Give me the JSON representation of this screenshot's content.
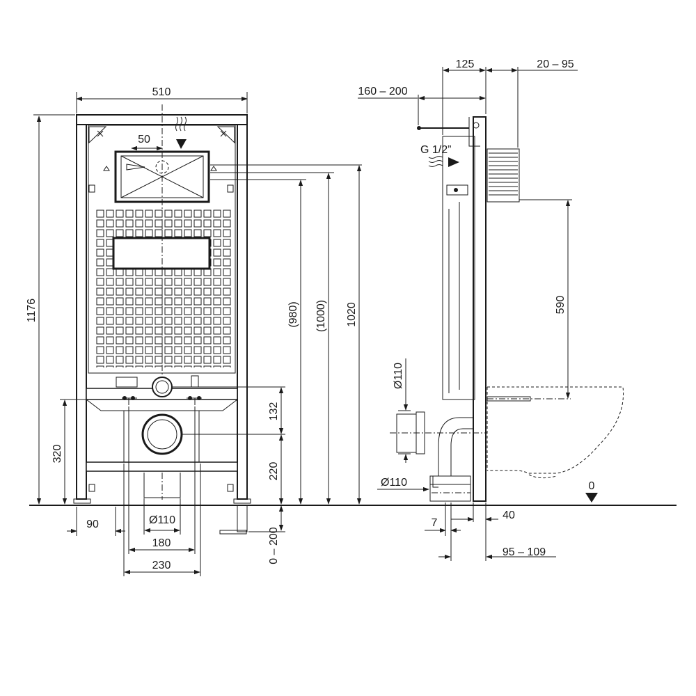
{
  "front_view": {
    "frame_width": "510",
    "total_height": "1176",
    "flush_plate_width": "50",
    "height_980": "(980)",
    "height_1000": "(1000)",
    "height_1020": "1020",
    "dim_132": "132",
    "dim_220": "220",
    "dim_320": "320",
    "leg_range": "0 – 200",
    "foot_90": "90",
    "drain_dia": "Ø110",
    "bolt_180": "180",
    "width_230": "230"
  },
  "side_view": {
    "depth_125": "125",
    "depth_20_95": "20 – 95",
    "inlet_160_200": "160 – 200",
    "thread": "G 1/2”",
    "height_590": "590",
    "drain_top_dia": "Ø110",
    "drain_bottom_dia": "Ø110",
    "dim_7": "7",
    "dim_40": "40",
    "dim_95_109": "95 – 109",
    "floor_level": "0"
  }
}
